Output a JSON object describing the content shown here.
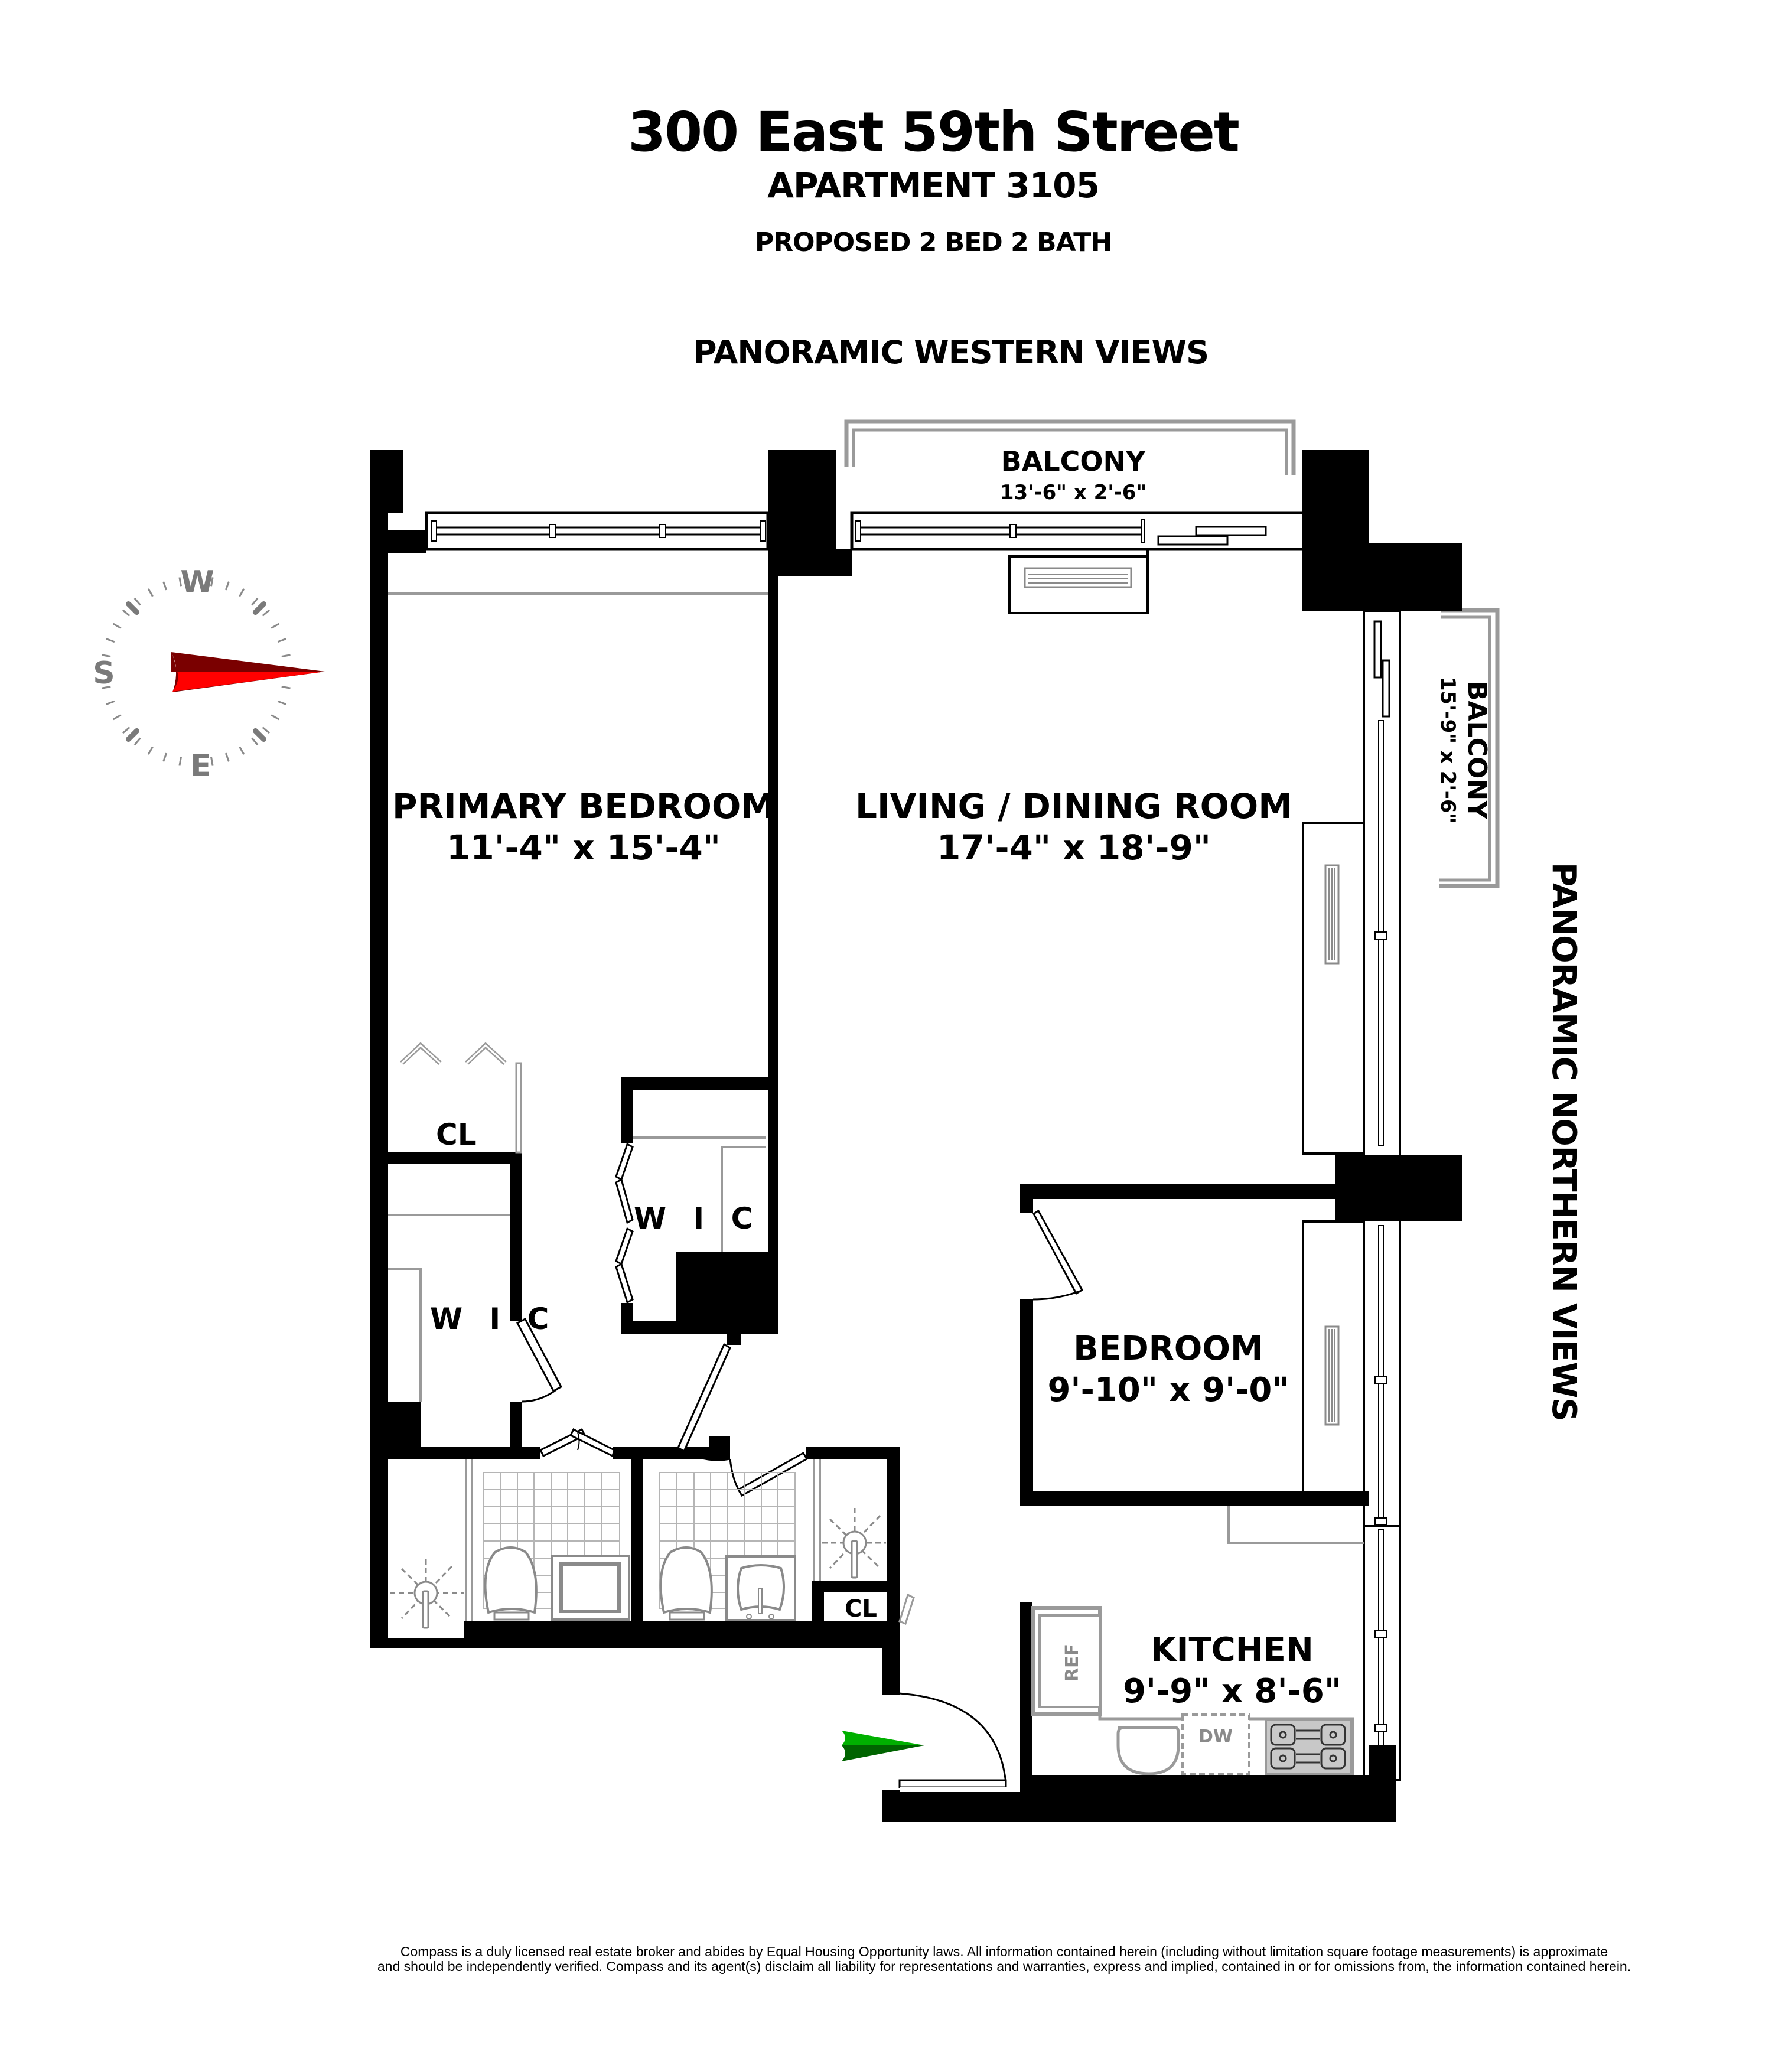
{
  "header": {
    "address": "300 East 59th Street",
    "apartment": "APARTMENT 3105",
    "layout": "PROPOSED 2 BED 2 BATH"
  },
  "views": {
    "west": "PANORAMIC WESTERN VIEWS",
    "north": "PANORAMIC NORTHERN VIEWS"
  },
  "compass": {
    "top": "W",
    "left": "S",
    "bottom": "E",
    "needle_color_dark": "#7a0000",
    "needle_color_light": "#ff0000"
  },
  "rooms": {
    "balcony_top": {
      "name": "BALCONY",
      "dims": "13'-6\" x 2'-6\""
    },
    "balcony_right": {
      "name": "BALCONY",
      "dims": "15'-9\" x 2'-6\""
    },
    "primary_bedroom": {
      "name": "PRIMARY BEDROOM",
      "dims": "11'-4\" x 15'-4\""
    },
    "living_dining": {
      "name": "LIVING / DINING ROOM",
      "dims": "17'-4\" x 18'-9\""
    },
    "bedroom": {
      "name": "BEDROOM",
      "dims": "9'-10\" x 9'-0\""
    },
    "kitchen": {
      "name": "KITCHEN",
      "dims": "9'-9\" x 8'-6\""
    },
    "closet_primary": {
      "name": "CL"
    },
    "wic_primary": {
      "name": "W I C"
    },
    "wic_center": {
      "name": "W I C"
    },
    "closet_entry": {
      "name": "CL"
    }
  },
  "appliances": {
    "refrigerator": "REF",
    "dishwasher": "DW"
  },
  "entry_arrow_color": "#00aa00",
  "disclaimer": {
    "line1": "Compass is a duly licensed real estate broker and abides by Equal Housing Opportunity laws. All information contained herein (including without limitation square footage measurements) is approximate",
    "line2": "and should be independently verified. Compass and its agent(s) disclaim all liability for representations and warranties, express and implied, contained in or for omissions from, the information contained herein."
  }
}
